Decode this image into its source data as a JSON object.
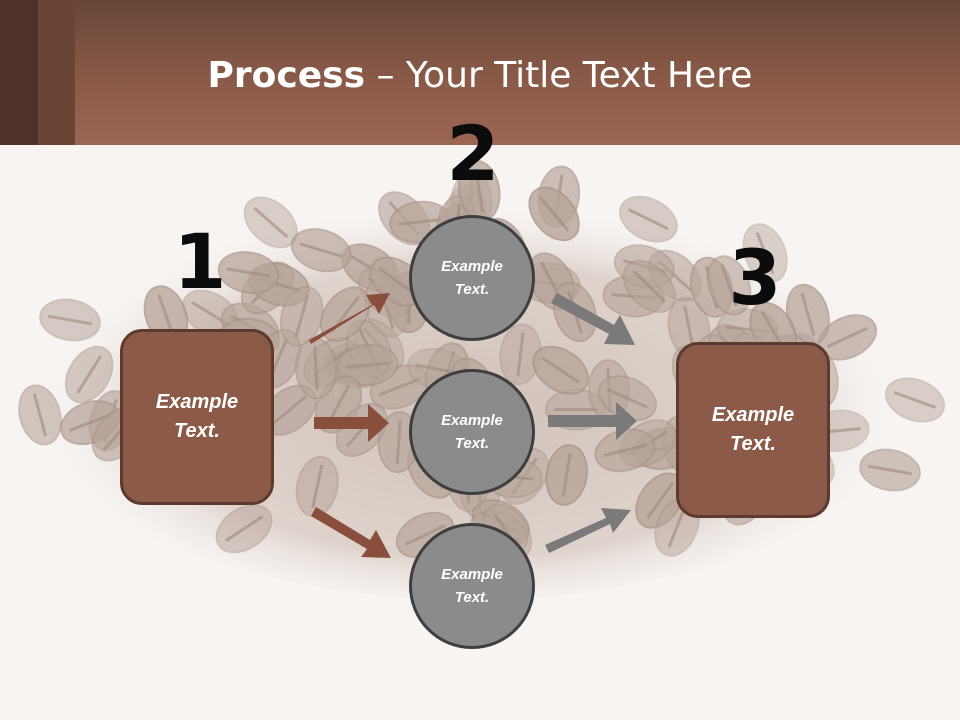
{
  "title": {
    "bold": "Process",
    "rest": " – Your Title Text Here"
  },
  "steps": [
    {
      "number": "1",
      "line1": "Example",
      "line2": "Text."
    },
    {
      "number": "2",
      "items": [
        {
          "line1": "Example",
          "line2": "Text."
        },
        {
          "line1": "Example",
          "line2": "Text."
        },
        {
          "line1": "Example",
          "line2": "Text."
        }
      ]
    },
    {
      "number": "3",
      "line1": "Example",
      "line2": "Text."
    }
  ],
  "colors": {
    "header": "#8a5a48",
    "box": "#8c5a48",
    "box_border": "#5e3a2e",
    "circle": "#8b8b8b",
    "arrow_brown": "#8a4f3c",
    "arrow_gray": "#7a7a7a"
  }
}
